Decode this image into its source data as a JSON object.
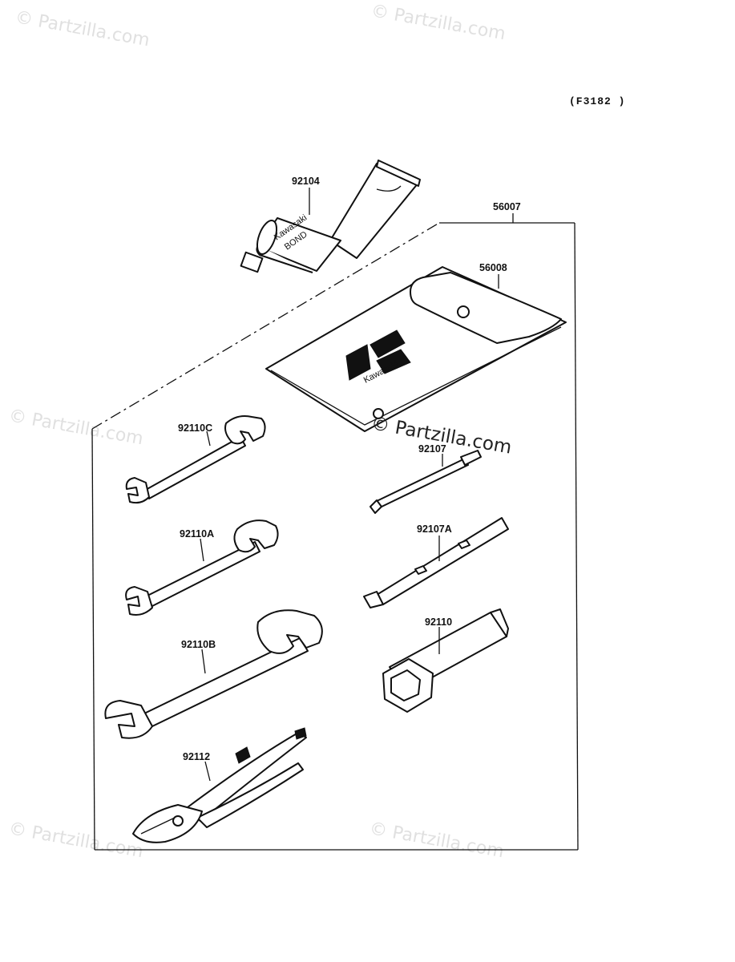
{
  "figure_code": "(F3182 )",
  "watermark_text": "© Partzilla.com",
  "parts": {
    "bond": "92104",
    "tool_kit": "56007",
    "pouch": "56008",
    "wrench_c": "92110C",
    "screwdriver_shaft": "92107",
    "wrench_a": "92110A",
    "screwdriver_handle": "92107A",
    "wrench_b": "92110B",
    "plug_wrench": "92110",
    "pliers": "92112"
  },
  "tube_label": [
    "Kawasaki",
    "BOND"
  ],
  "pouch_brand": "Kawasaki",
  "colors": {
    "ink": "#111111",
    "watermark": "#c8c8c8",
    "background": "#ffffff"
  }
}
